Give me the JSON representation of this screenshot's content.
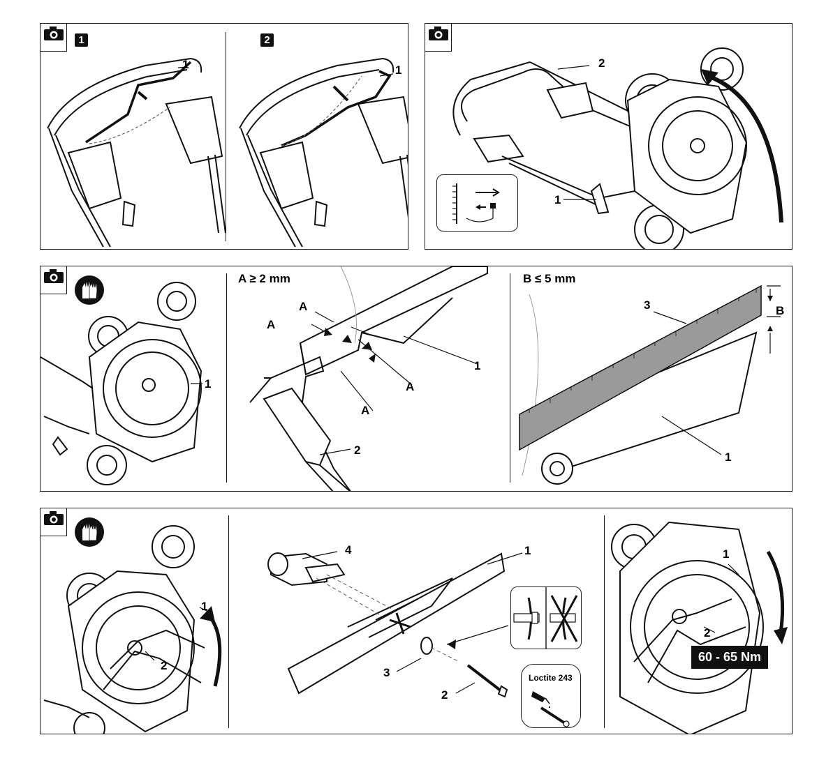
{
  "panel1": {
    "steps": [
      {
        "badge": "1",
        "callout": "1"
      },
      {
        "badge": "2",
        "callout": "1"
      }
    ]
  },
  "panel2": {
    "callouts": [
      "2",
      "1"
    ]
  },
  "panel3": {
    "callout_overview": "1",
    "heading_a": "A ≥ 2 mm",
    "a_labels": [
      "A",
      "A",
      "A",
      "A"
    ],
    "callouts_a": [
      "1",
      "2"
    ],
    "heading_b": "B ≤ 5 mm",
    "b_labels": [
      "3",
      "B",
      "1"
    ]
  },
  "panel4": {
    "callouts_left": [
      "1",
      "2"
    ],
    "callouts_center": [
      "4",
      "1",
      "3",
      "2"
    ],
    "loctite": "Loctite 243",
    "callouts_right": [
      "1",
      "2"
    ],
    "torque": "60 - 65 Nm"
  }
}
